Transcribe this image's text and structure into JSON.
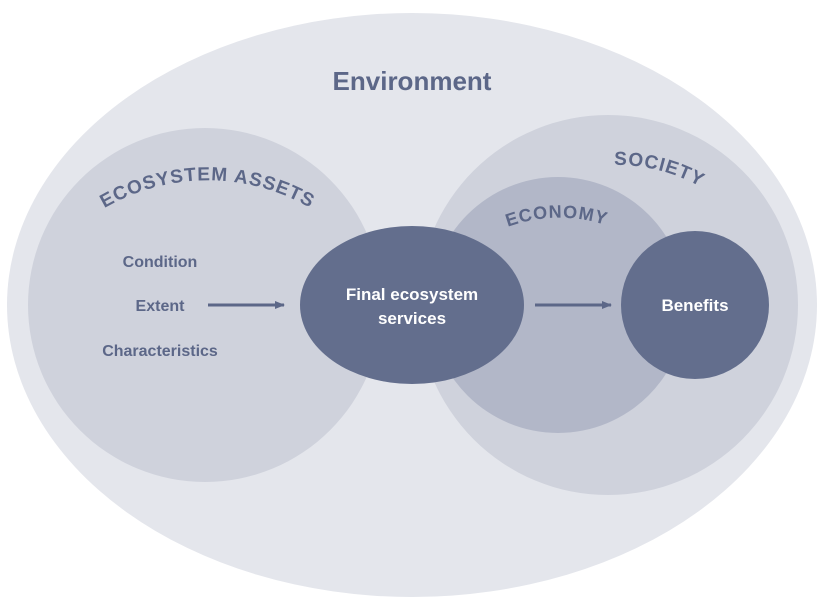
{
  "environment": {
    "title": "Environment"
  },
  "ecosystem_assets": {
    "title": "ECOSYSTEM ASSETS",
    "items": [
      "Condition",
      "Extent",
      "Characteristics"
    ]
  },
  "final_services": {
    "line1": "Final ecosystem",
    "line2": "services"
  },
  "society": {
    "title": "SOCIETY"
  },
  "economy": {
    "title": "ECONOMY"
  },
  "benefits": {
    "label": "Benefits"
  },
  "colors": {
    "environment_fill": "#e4e6ec",
    "assets_fill": "#cfd2dc",
    "society_fill": "#cfd2dc",
    "economy_fill": "#b2b7c8",
    "node_fill": "#636e8d",
    "text_dark": "#5c6788",
    "arrow": "#5c6788"
  }
}
